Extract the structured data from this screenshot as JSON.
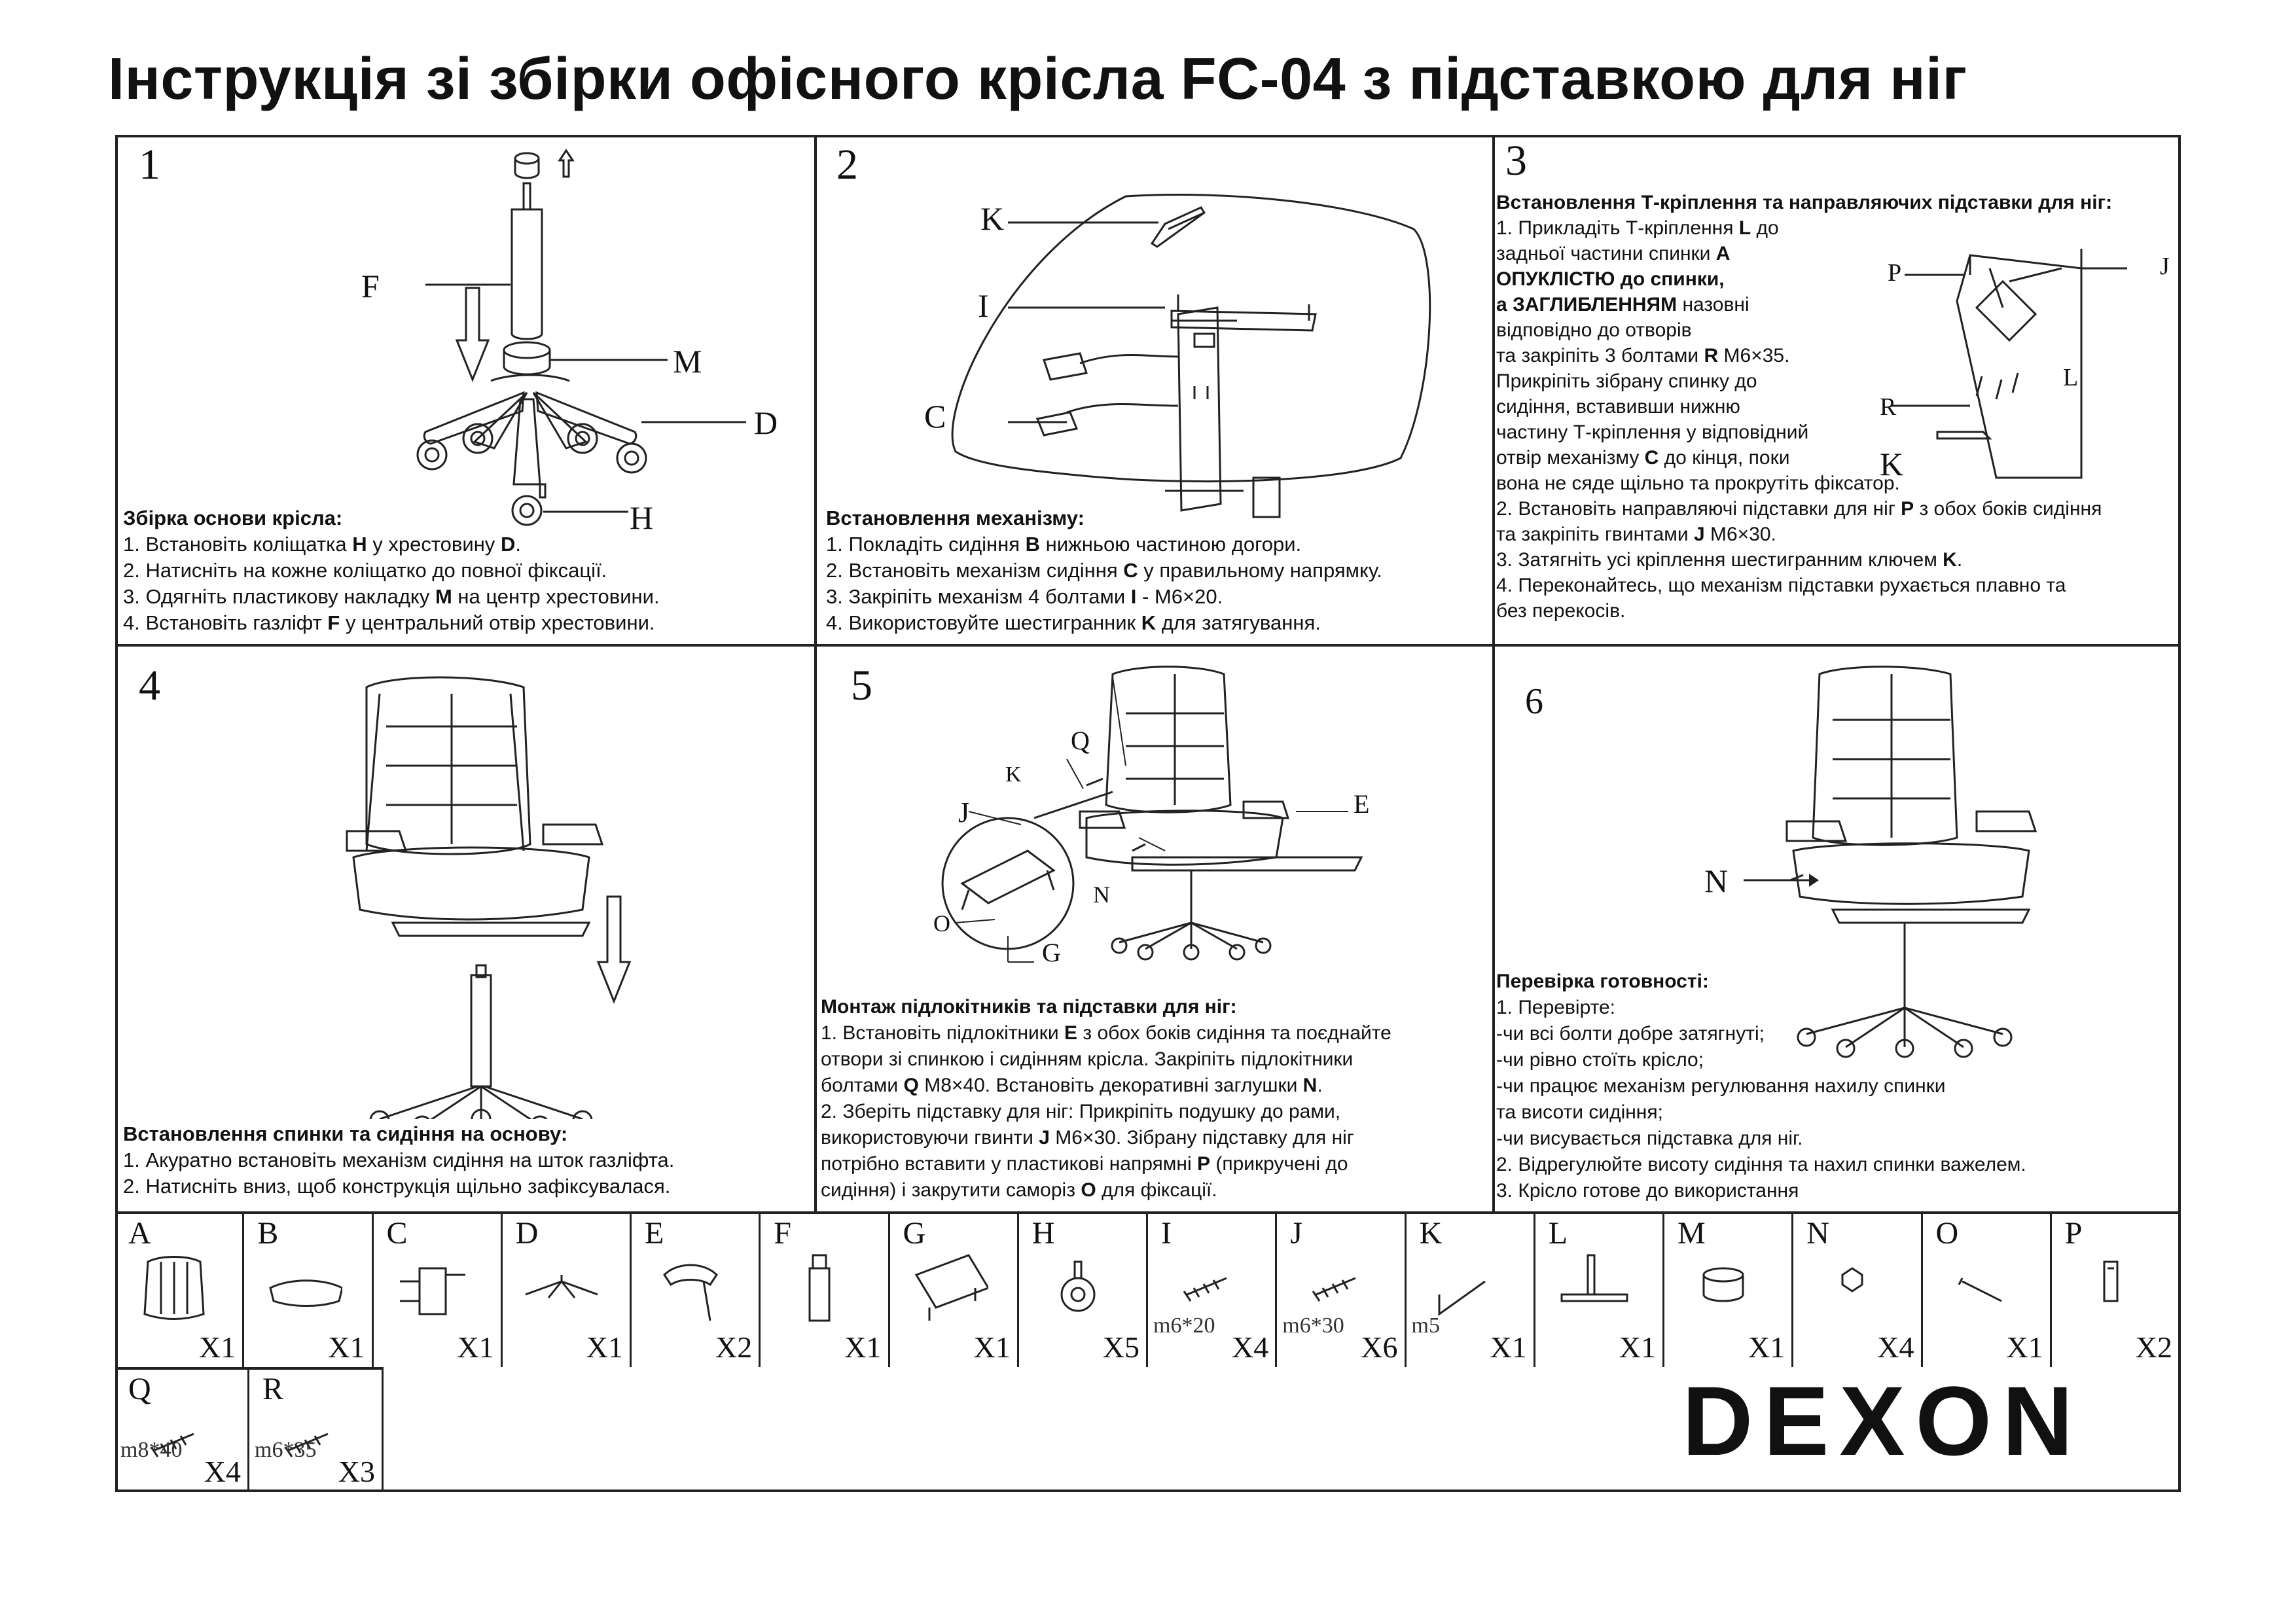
{
  "title": "Інструкція зі збірки офісного крісла FC-04 з підставкою для ніг",
  "steps": [
    {
      "num": "1",
      "labels": {
        "F": "F",
        "M": "M",
        "D": "D",
        "H": "H"
      },
      "heading": "Збірка основи крісла:",
      "lines": [
        [
          "1. Встановіть коліщатка ",
          "H",
          " у хрестовину ",
          "D",
          "."
        ],
        [
          "2. Натисніть на кожне коліщатко до повної фіксації."
        ],
        [
          "3. Одягніть пластикову накладку ",
          "M",
          " на центр хрестовини."
        ],
        [
          "4. Встановіть газліфт ",
          "F",
          " у центральний отвір хрестовини."
        ]
      ]
    },
    {
      "num": "2",
      "labels": {
        "K": "K",
        "I": "I",
        "C": "C"
      },
      "heading": "Встановлення механізму:",
      "lines": [
        [
          "1. Покладіть сидіння ",
          "B",
          " нижньою частиною догори."
        ],
        [
          "2. Встановіть механізм сидіння ",
          "C",
          " у правильному напрямку."
        ],
        [
          "3. Закріпіть механізм 4 болтами ",
          "I",
          " - M6×20."
        ],
        [
          "4. Використовуйте шестигранник ",
          "K",
          " для затягування."
        ]
      ]
    },
    {
      "num": "3",
      "labels": {
        "P": "P",
        "J": "J",
        "R": "R",
        "L": "L",
        "K": "K"
      },
      "heading": "Встановлення Т-кріплення та направляючих підставки для ніг:",
      "lines": [
        [
          "1. Прикладіть Т-кріплення ",
          "L",
          " до"
        ],
        [
          "задньої частини спинки ",
          "A",
          ""
        ],
        [
          "",
          "ОПУКЛІСТЮ до спинки,",
          ""
        ],
        [
          "",
          "а ЗАГЛИБЛЕННЯМ",
          " назовні"
        ],
        [
          "відповідно до отворів"
        ],
        [
          "та закріпіть 3 болтами ",
          "R",
          " M6×35."
        ],
        [
          "Прикріпіть зібрану спинку до"
        ],
        [
          "сидіння, вставивши нижню"
        ],
        [
          "частину Т-кріплення у відповідний"
        ],
        [
          "отвір механізму ",
          "C",
          " до кінця, поки"
        ],
        [
          "вона не сяде щільно та прокрутіть фіксатор."
        ],
        [
          "2. Встановіть направляючі підставки для ніг ",
          "P",
          " з обох боків сидіння"
        ],
        [
          "та закріпіть гвинтами ",
          "J",
          " M6×30."
        ],
        [
          "3. Затягніть усі кріплення шестигранним ключем ",
          "K",
          "."
        ],
        [
          "4. Переконайтесь, що механізм підставки рухається плавно та"
        ],
        [
          "без перекосів."
        ]
      ]
    },
    {
      "num": "4",
      "heading": "Встановлення спинки та сидіння на основу:",
      "lines": [
        [
          "1. Акуратно встановіть механізм сидіння на шток газліфта."
        ],
        [
          "2. Натисніть вниз, щоб конструкція щільно зафіксувалася."
        ]
      ]
    },
    {
      "num": "5",
      "labels": {
        "Q": "Q",
        "K": "K",
        "J": "J",
        "E": "E",
        "N": "N",
        "O": "O",
        "G": "G"
      },
      "heading": "Монтаж підлокітників та підставки для ніг:",
      "lines": [
        [
          "1. Встановіть підлокітники ",
          "E",
          " з обох боків сидіння та поєднайте"
        ],
        [
          "отвори зі спинкою і сидінням крісла. Закріпіть підлокітники"
        ],
        [
          "болтами ",
          "Q",
          " M8×40. Встановіть декоративні заглушки ",
          "N",
          "."
        ],
        [
          "2. Зберіть підставку для ніг: Прикріпіть подушку до рами,"
        ],
        [
          "використовуючи гвинти ",
          "J",
          " M6×30. Зібрану підставку для ніг"
        ],
        [
          "потрібно вставити у пластикові напрямні ",
          "P",
          " (прикручені до"
        ],
        [
          "сидіння) і закрутити саморіз ",
          "O",
          " для фіксації."
        ]
      ]
    },
    {
      "num": "6",
      "labels": {
        "N": "N"
      },
      "heading": "Перевірка готовності:",
      "lines": [
        [
          "1. Перевірте:"
        ],
        [
          "-чи всі болти добре затягнуті;"
        ],
        [
          "-чи рівно стоїть крісло;"
        ],
        [
          "-чи працює механізм регулювання нахилу спинки"
        ],
        [
          "та висоти сидіння;"
        ],
        [
          "-чи висувається підставка для ніг."
        ],
        [
          "2. Відрегулюйте висоту сидіння та нахил спинки важелем."
        ],
        [
          "3. Крісло готове до використання"
        ]
      ]
    }
  ],
  "parts": [
    {
      "letter": "A",
      "qty": "X1",
      "size": "",
      "icon": "chair-back-icon"
    },
    {
      "letter": "B",
      "qty": "X1",
      "size": "",
      "icon": "seat-icon"
    },
    {
      "letter": "C",
      "qty": "X1",
      "size": "",
      "icon": "mechanism-icon"
    },
    {
      "letter": "D",
      "qty": "X1",
      "size": "",
      "icon": "star-base-icon"
    },
    {
      "letter": "E",
      "qty": "X2",
      "size": "",
      "icon": "armrest-icon"
    },
    {
      "letter": "F",
      "qty": "X1",
      "size": "",
      "icon": "gas-lift-icon"
    },
    {
      "letter": "G",
      "qty": "X1",
      "size": "",
      "icon": "footrest-frame-icon"
    },
    {
      "letter": "H",
      "qty": "X5",
      "size": "",
      "icon": "caster-icon"
    },
    {
      "letter": "I",
      "qty": "X4",
      "size": "m6*20",
      "icon": "bolt-icon"
    },
    {
      "letter": "J",
      "qty": "X6",
      "size": "m6*30",
      "icon": "screw-icon"
    },
    {
      "letter": "K",
      "qty": "X1",
      "size": "m5",
      "icon": "hex-key-icon"
    },
    {
      "letter": "L",
      "qty": "X1",
      "size": "",
      "icon": "t-bracket-icon"
    },
    {
      "letter": "M",
      "qty": "X1",
      "size": "",
      "icon": "cover-cap-icon"
    },
    {
      "letter": "N",
      "qty": "X4",
      "size": "",
      "icon": "plug-icon"
    },
    {
      "letter": "O",
      "qty": "X1",
      "size": "",
      "icon": "self-tapping-screw-icon"
    },
    {
      "letter": "P",
      "qty": "X2",
      "size": "",
      "icon": "guide-rail-icon"
    },
    {
      "letter": "Q",
      "qty": "X4",
      "size": "m8*40",
      "icon": "bolt-icon"
    },
    {
      "letter": "R",
      "qty": "X3",
      "size": "m6*35",
      "icon": "bolt-icon"
    }
  ],
  "brand": "DEXON"
}
